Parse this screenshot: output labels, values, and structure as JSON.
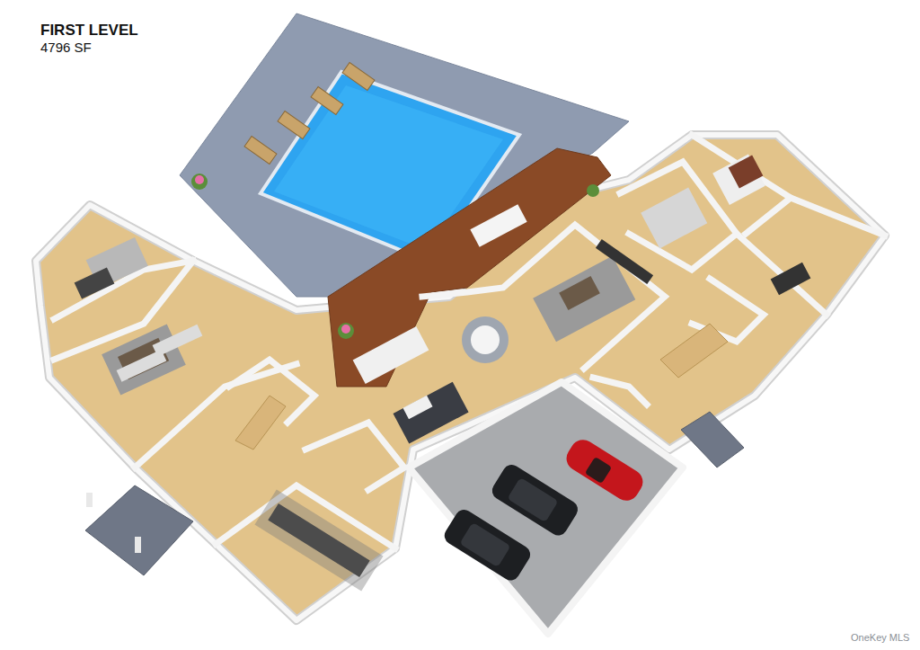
{
  "diagram": {
    "title": "FIRST LEVEL",
    "labels": [
      "4796 SF",
      "OneKey MLS"
    ]
  }
}
